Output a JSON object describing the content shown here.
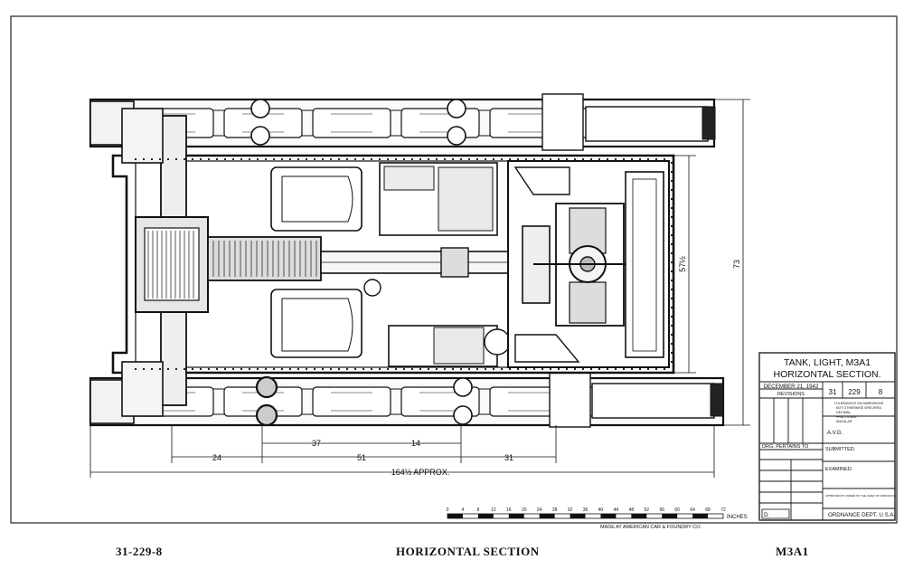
{
  "title_block": {
    "title_line1": "TANK, LIGHT, M3A1",
    "title_line2": "HORIZONTAL SECTION.",
    "date": "DECEMBER 21, 1942",
    "revisions": "REVISIONS",
    "class": "31",
    "division": "229",
    "drawing": "8",
    "tolerance_line1": "TOLERANCES ON DIMENSIONS",
    "tolerance_line2": "NOT OTHERWISE SPECIFIED",
    "tolerance_line3": "DECIMAL",
    "tolerance_line4": "FRACTIONAL",
    "tolerance_line5": "ANGULAR",
    "drawn": "A.V.G.",
    "drg_pertains_to": "DRG. PERTAINS TO",
    "submitted": "SUBMITTED.",
    "examined": "EXAMINED.",
    "approved": "APPROVED BY ORDER OF THE CHIEF OF ORDNANCE",
    "ordnance_dept": "ORDNANCE DEPT. U.S.A.",
    "maker": "MADE AT AMERICAN CAR & FOUNDRY CO.",
    "d_box": "D"
  },
  "dimensions": {
    "d24": "24",
    "d37": "37",
    "d14": "14",
    "d51": "51",
    "d31": "31",
    "overall": "164½ APPROX.",
    "width_inner": "57½",
    "width_outer": "73"
  },
  "scale_bar": {
    "ticks": [
      "0",
      "4",
      "8",
      "12",
      "16",
      "20",
      "24",
      "28",
      "32",
      "36",
      "40",
      "44",
      "48",
      "52",
      "56",
      "60",
      "64",
      "68",
      "72"
    ],
    "unit": "INCHES"
  },
  "footer": {
    "left": "31-229-8",
    "center": "HORIZONTAL SECTION",
    "right": "M3A1"
  }
}
